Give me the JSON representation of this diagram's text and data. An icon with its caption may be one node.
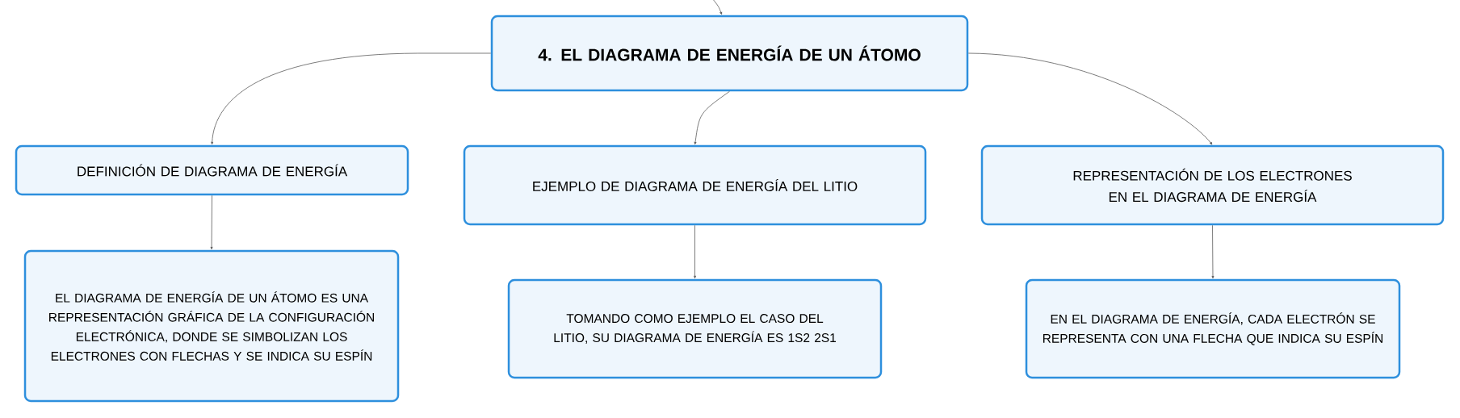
{
  "diagram": {
    "nodes": [
      {
        "text": [
          "4. EL DIAGRAMA DE ENERGÍA DE UN ÁTOMO"
        ]
      },
      {
        "text": [
          "DEFINICIÓN DE DIAGRAMA DE ENERGÍA"
        ]
      },
      {
        "text": [
          "EJEMPLO DE DIAGRAMA DE ENERGÍA DEL LITIO"
        ]
      },
      {
        "text": [
          "REPRESENTACIÓN DE LOS ELECTRONES EN EL DIAGRAMA DE ENERGÍA"
        ]
      },
      {
        "text": [
          "EL DIAGRAMA DE ENERGÍA DE UN ÁTOMO ES UNA REPRESENTACIÓN GRÁFICA DE LA CONFIGURACIÓN ELECTRÓNICA, DONDE SE SIMBOLIZAN LOS ELECTRONES CON FLECHAS Y SE INDICA SU ESPÍN"
        ]
      },
      {
        "text": [
          "TOMANDO COMO EJEMPLO EL CASO DEL LITIO, SU DIAGRAMA DE ENERGÍA ES 1S2 2S1"
        ]
      },
      {
        "text": [
          "EN EL DIAGRAMA DE ENERGÍA, CADA ELECTRÓN SE REPRESENTA CON UNA FLECHA QUE INDICA SU ESPÍN"
        ]
      }
    ],
    "edges": [
      {
        "from": null,
        "to": 0,
        "arrow": "to"
      },
      {
        "from": 0,
        "to": 1,
        "arrow": "to"
      },
      {
        "from": 0,
        "to": 2,
        "arrow": "to"
      },
      {
        "from": 0,
        "to": 3,
        "arrow": "to"
      },
      {
        "from": 1,
        "to": 4,
        "arrow": "to"
      },
      {
        "from": 2,
        "to": 5,
        "arrow": "to"
      },
      {
        "from": 3,
        "to": 6,
        "arrow": "to"
      }
    ]
  }
}
